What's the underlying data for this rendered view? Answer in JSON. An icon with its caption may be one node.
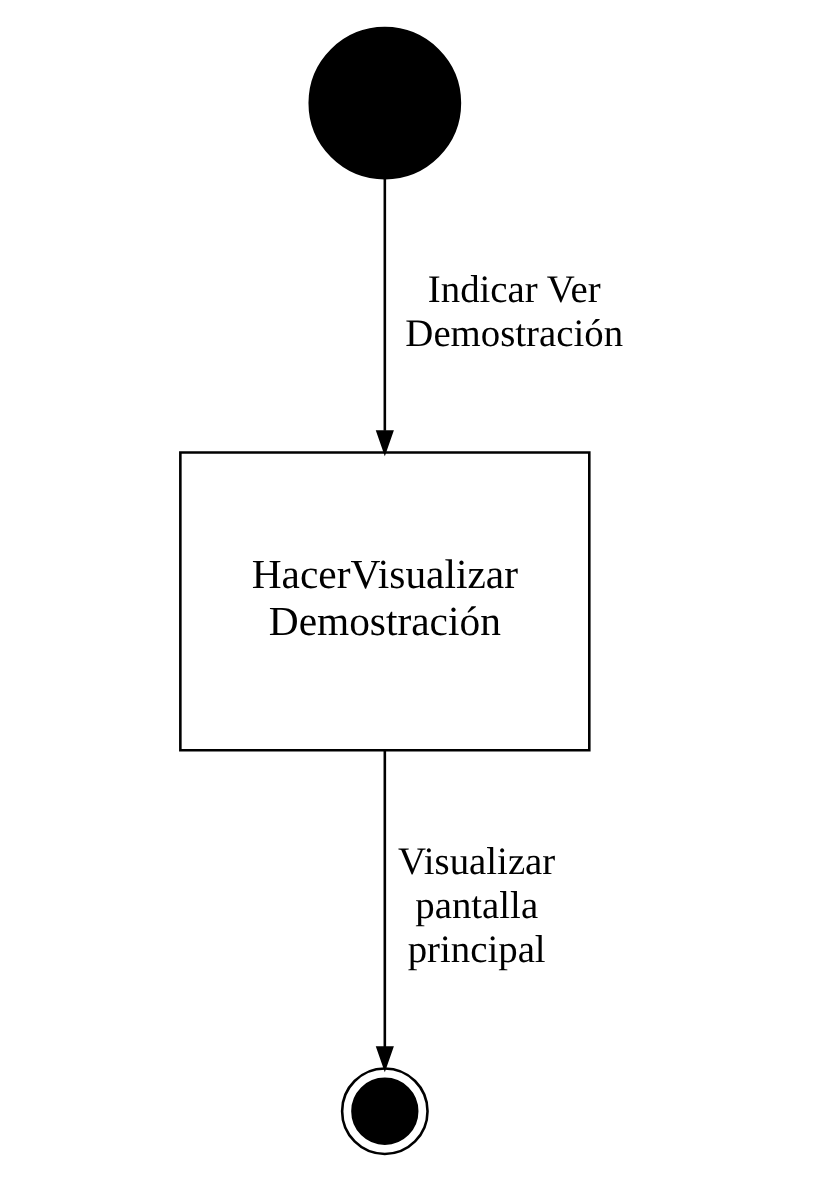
{
  "diagram": {
    "nodes": [
      {
        "text": [],
        "shape": "circle"
      },
      {
        "text": [
          "HacerVisualizar Demostración"
        ]
      },
      {
        "text": [],
        "shape": "bullseye"
      }
    ],
    "edges": [
      {
        "from": 0,
        "to": 1,
        "arrow": "to",
        "label": "Indicar Ver Demostración"
      },
      {
        "from": 1,
        "to": 2,
        "arrow": "to",
        "label": "Visualizar pantalla principal"
      }
    ]
  }
}
